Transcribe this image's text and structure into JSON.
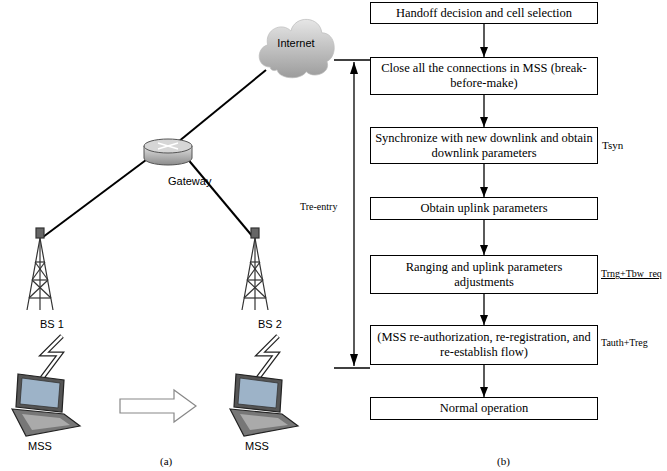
{
  "diagram": {
    "nodes": [
      {
        "text": [
          "Internet"
        ]
      },
      {
        "text": [
          "Handoff decision and cell selection"
        ]
      },
      {
        "text": [
          "Close all the connections in MSS (break-before-make)"
        ]
      },
      {
        "text": [
          "Synchronize with new downlink and obtain downlink parameters"
        ]
      },
      {
        "text": [
          "Obtain uplink parameters"
        ]
      },
      {
        "text": [
          "Ranging and uplink parameters adjustments"
        ]
      },
      {
        "text": [
          "(MSS re-authorization, re-registration, and re-establish flow)"
        ]
      },
      {
        "text": [
          "Normal operation"
        ]
      }
    ],
    "edges": [
      {
        "from": 1,
        "to": 2,
        "arrow": "to"
      },
      {
        "from": 2,
        "to": 3,
        "arrow": "to"
      },
      {
        "from": 3,
        "to": 4,
        "arrow": "to"
      },
      {
        "from": 4,
        "to": 5,
        "arrow": "to"
      },
      {
        "from": 5,
        "to": 6,
        "arrow": "to"
      },
      {
        "from": 6,
        "to": 7,
        "arrow": "to"
      }
    ],
    "labels": [
      "Gateway",
      "BS 1",
      "BS 2",
      "MSS",
      "MSS",
      "(a)",
      "(b)",
      "Tsyn",
      "Tre-entry",
      "Trng+Tbw_req",
      "Tauth+Treg"
    ]
  }
}
